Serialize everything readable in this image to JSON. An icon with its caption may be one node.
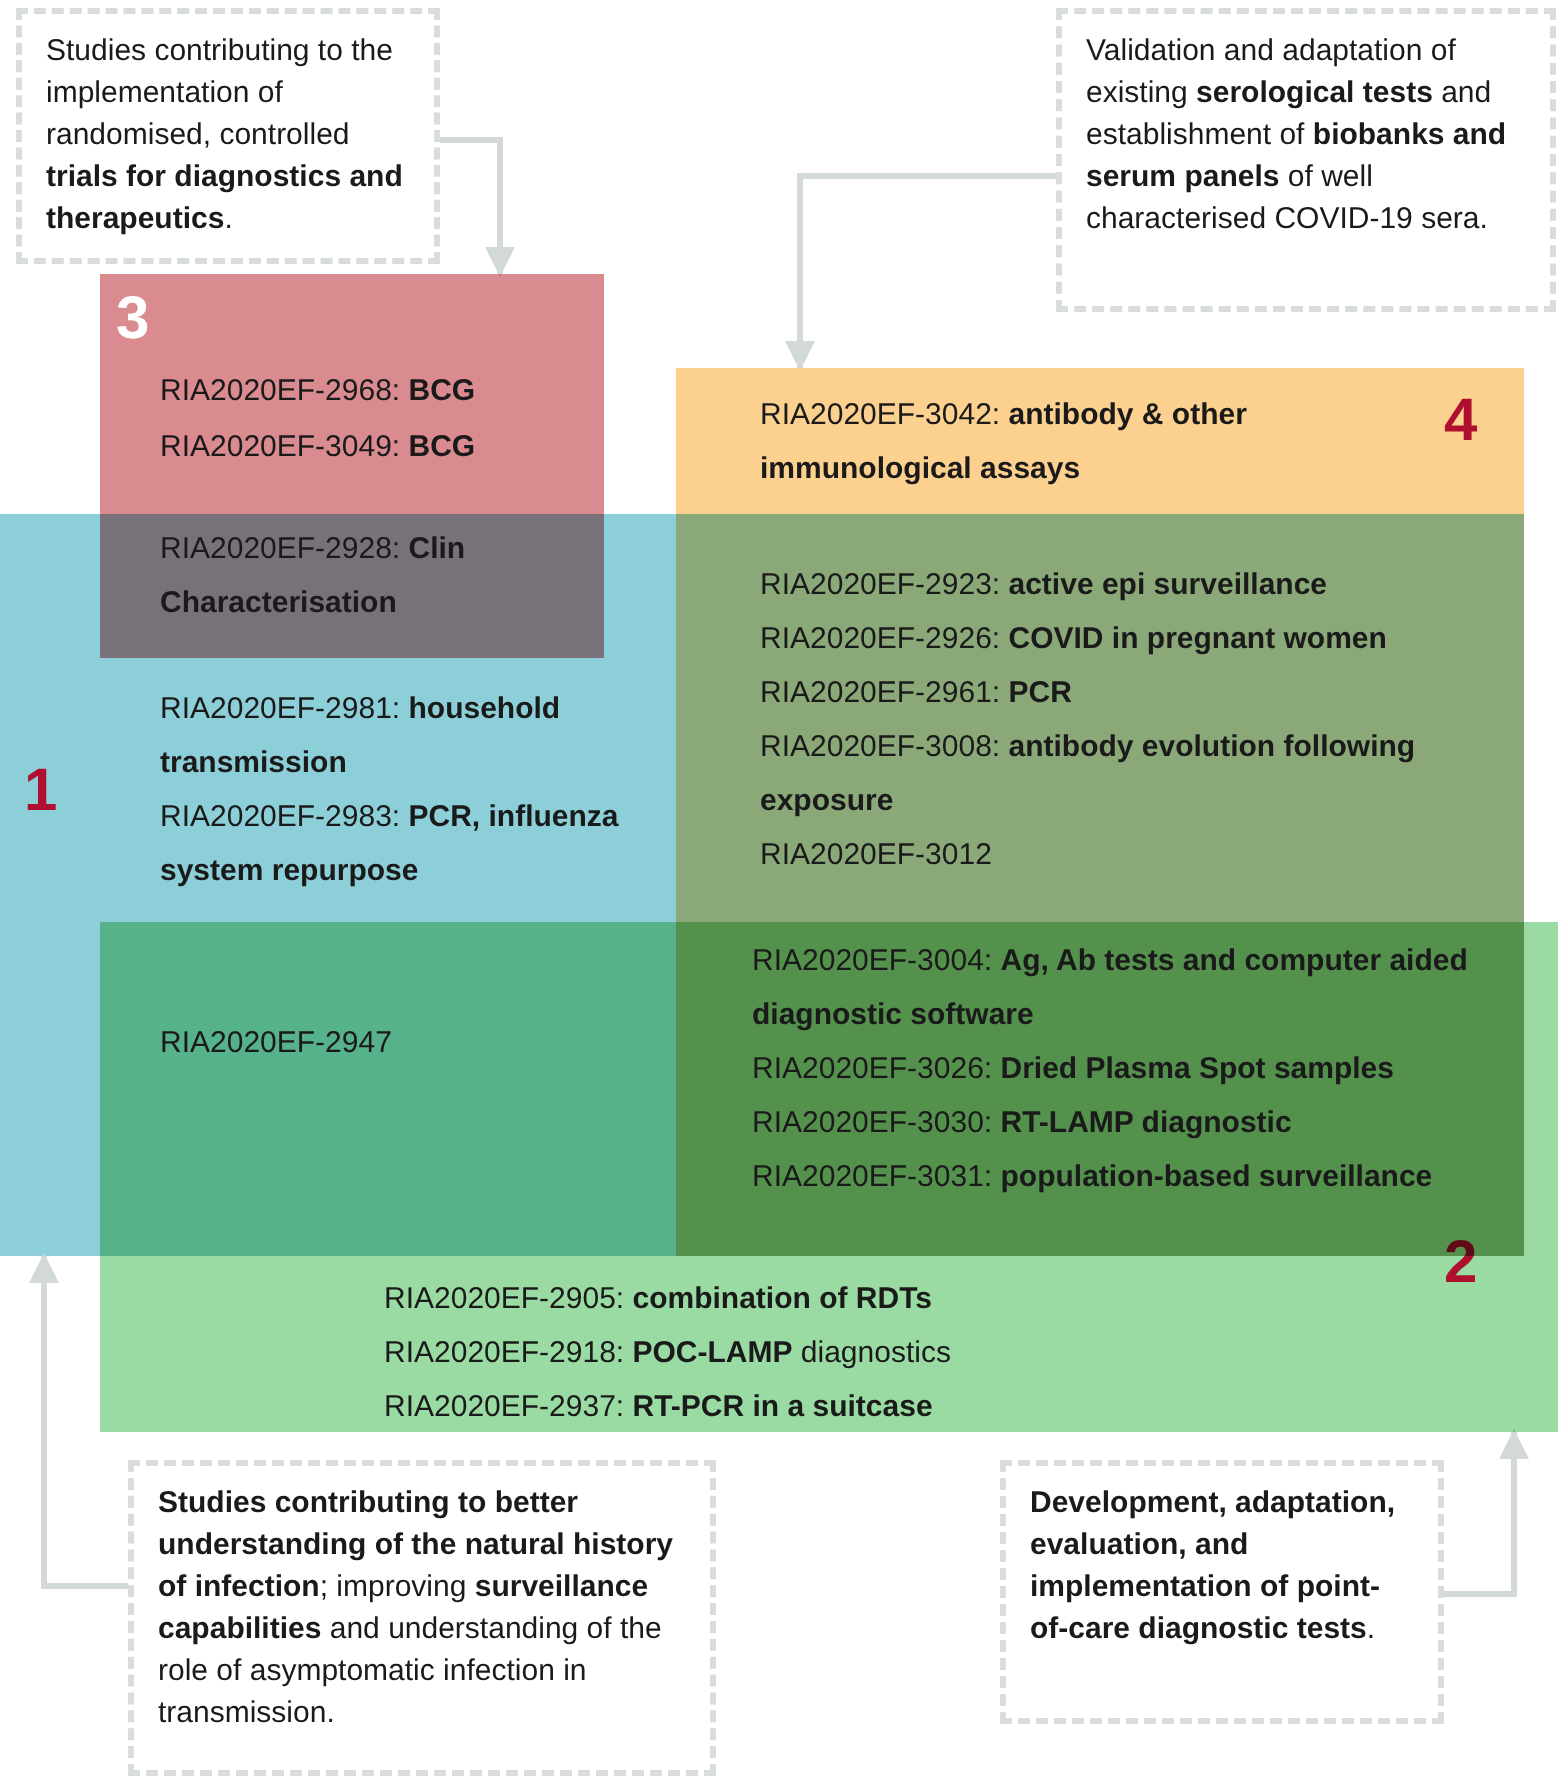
{
  "diagram": {
    "nodes": [
      {
        "text": [
          "Studies contributing to the implementation of randomised, controlled **trials for diagnostics and therapeutics**."
        ]
      },
      {
        "text": [
          "Validation and adaptation of existing **serological tests** and establishment of **biobanks and serum panels** of well characterised COVID-19 sera."
        ]
      },
      {
        "text": [
          "3"
        ]
      },
      {
        "text": [
          "4"
        ]
      },
      {
        "text": [
          "1"
        ]
      },
      {
        "text": [
          "2"
        ]
      },
      {
        "text": [
          "**Studies contributing to better understanding of the natural history of infection**; improving **surveillance capabilities** and understanding of the role of asymptomatic infection in transmission."
        ]
      },
      {
        "text": [
          "**Development, adaptation, evaluation, and implementation of point-of-care diagnostic tests**."
        ]
      }
    ],
    "edges": [
      {
        "from": 0,
        "to": 2,
        "arrow": "to"
      },
      {
        "from": 1,
        "to": 3,
        "arrow": "to"
      },
      {
        "from": 6,
        "to": 4,
        "arrow": "to"
      },
      {
        "from": 7,
        "to": 5,
        "arrow": "to"
      }
    ],
    "labels": [
      "RIA2020EF-2968: **BCG**",
      "RIA2020EF-3049: **BCG**",
      "RIA2020EF-3042: **antibody & other immunological assays**",
      "RIA2020EF-2928: **Clin Characterisation**",
      "RIA2020EF-2923: **active epi surveillance**",
      "RIA2020EF-2926: **COVID in pregnant women**",
      "RIA2020EF-2961: **PCR**",
      "RIA2020EF-3008: **antibody evolution following exposure**",
      "RIA2020EF-3012",
      "RIA2020EF-2981: **household transmission**",
      "RIA2020EF-2983: **PCR, influenza system repurpose**",
      "RIA2020EF-2947",
      "RIA2020EF-3004: **Ag, Ab tests and computer aided diagnostic software**",
      "RIA2020EF-3026: **Dried Plasma Spot samples**",
      "RIA2020EF-3030: **RT-LAMP diagnostic**",
      "RIA2020EF-3031: **population-based surveillance**",
      "RIA2020EF-2905: **combination of RDTs**",
      "RIA2020EF-2918: **POC-LAMP** diagnostics",
      "RIA2020EF-2937: **RT-PCR in a suitcase**"
    ]
  }
}
